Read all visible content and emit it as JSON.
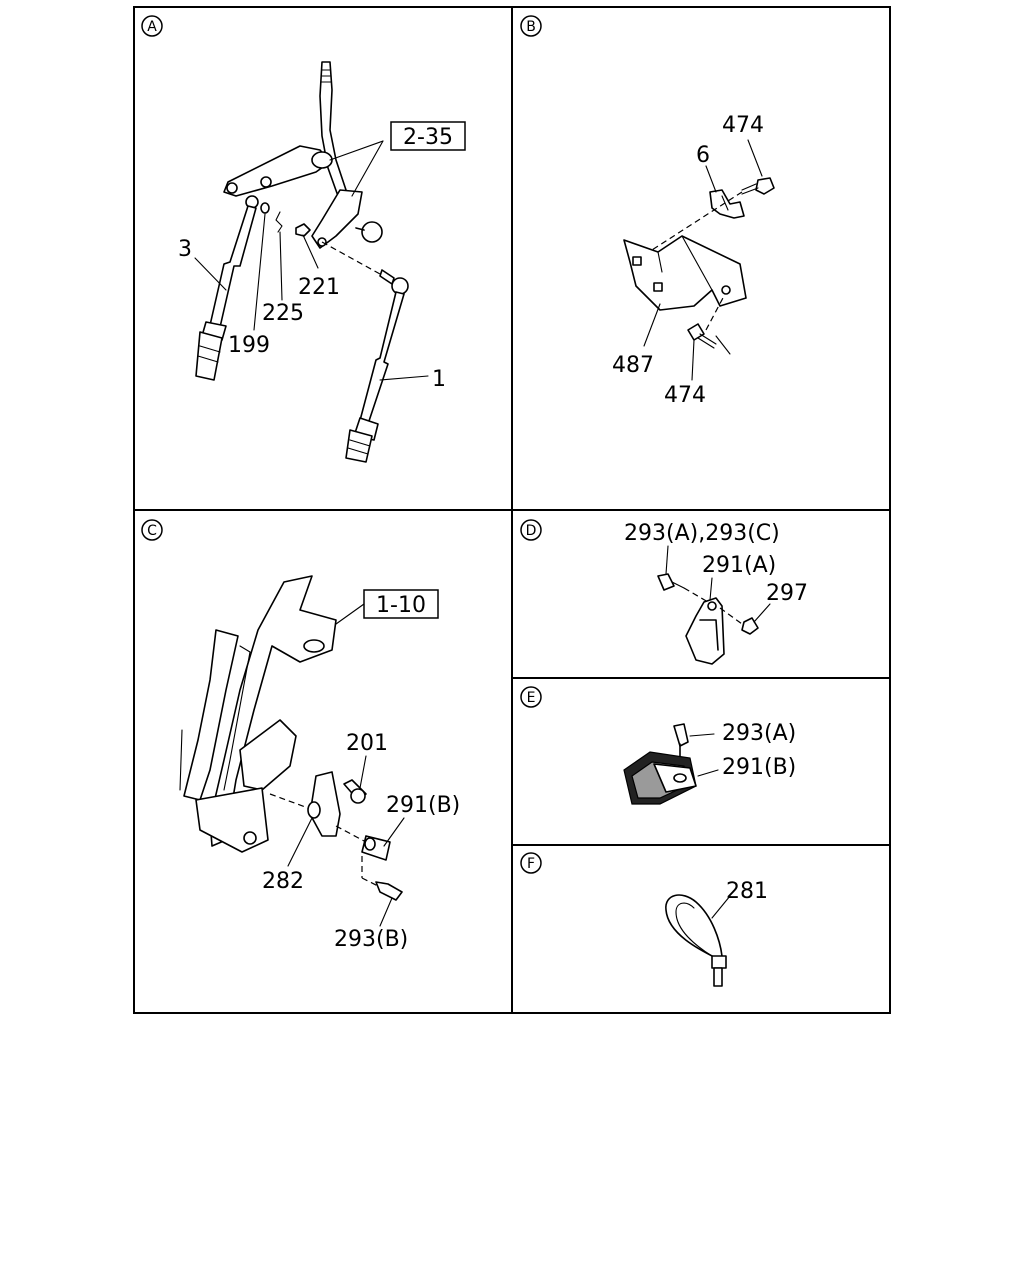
{
  "panels": [
    {
      "id": "A",
      "marker": "A"
    },
    {
      "id": "B",
      "marker": "B"
    },
    {
      "id": "C",
      "marker": "C"
    },
    {
      "id": "D",
      "marker": "D"
    },
    {
      "id": "E",
      "marker": "E"
    },
    {
      "id": "F",
      "marker": "F"
    }
  ],
  "labels": {
    "a_ref": "2-35",
    "a_3": "3",
    "a_221": "221",
    "a_225": "225",
    "a_199": "199",
    "a_1": "1",
    "b_474_top": "474",
    "b_6": "6",
    "b_487": "487",
    "b_474_bottom": "474",
    "c_ref": "1-10",
    "c_201": "201",
    "c_291b": "291(B)",
    "c_282": "282",
    "c_293b": "293(B)",
    "d_293ac": "293(A),293(C)",
    "d_291a": "291(A)",
    "d_297": "297",
    "e_293a": "293(A)",
    "e_291b": "291(B)",
    "f_281": "281"
  }
}
